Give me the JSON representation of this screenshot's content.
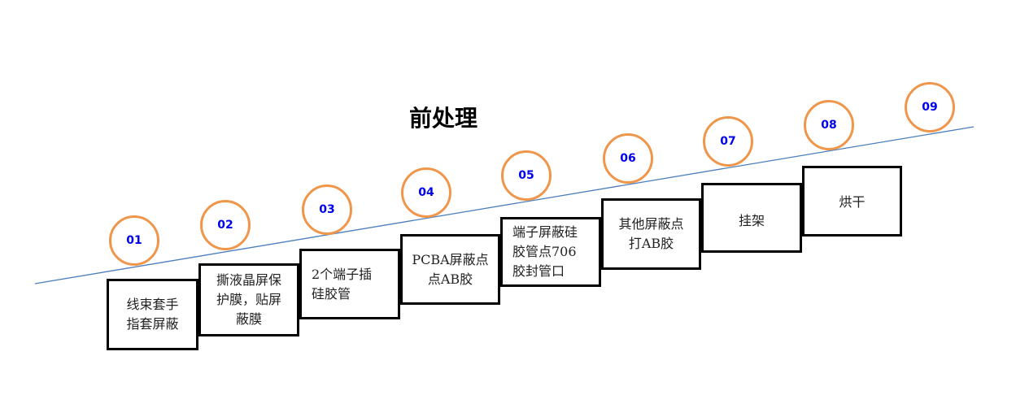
{
  "title": "前处理",
  "colors": {
    "circle_stroke": "#f0964a",
    "number_text": "#0000ee",
    "trend_line": "#4a7ebb",
    "box_border": "#000000"
  },
  "steps": [
    {
      "number": "01",
      "label": "线束套手\n指套屏蔽"
    },
    {
      "number": "02",
      "label": "撕液晶屏保\n护膜，贴屏\n蔽膜"
    },
    {
      "number": "03",
      "label": "2个端子插\n硅胶管"
    },
    {
      "number": "04",
      "label": "PCBA屏蔽点\n点AB胶"
    },
    {
      "number": "05",
      "label": "端子屏蔽硅\n胶管点706\n胶封管口"
    },
    {
      "number": "06",
      "label": "其他屏蔽点\n打AB胶"
    },
    {
      "number": "07",
      "label": "挂架"
    },
    {
      "number": "08",
      "label": "烘干"
    },
    {
      "number": "09",
      "label": ""
    }
  ]
}
